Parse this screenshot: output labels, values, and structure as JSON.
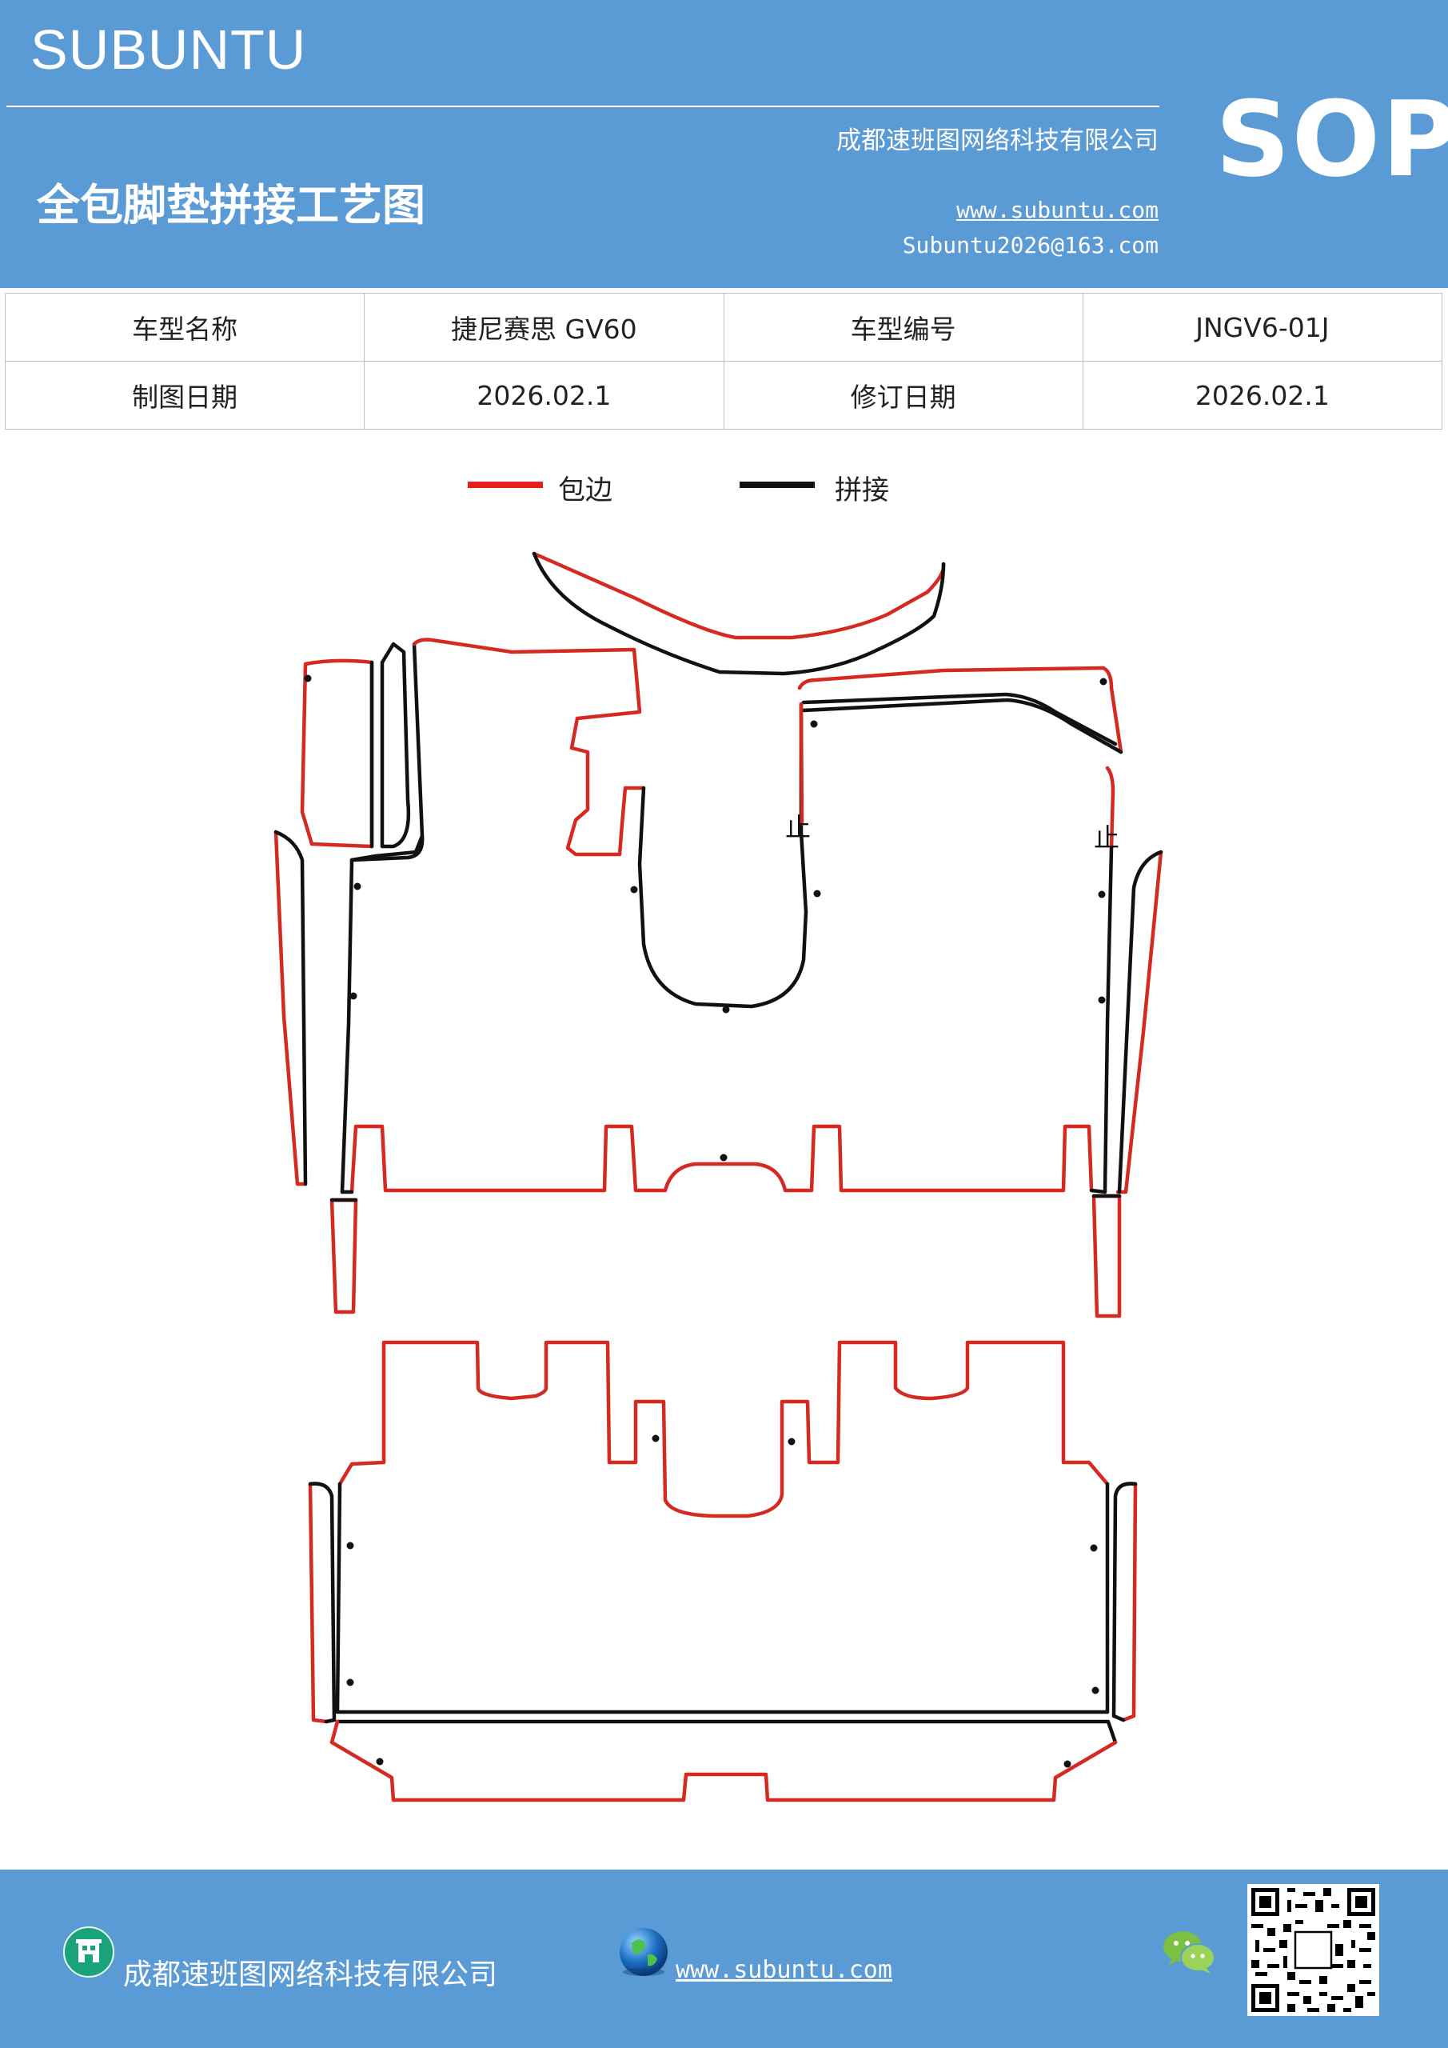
{
  "header": {
    "brand": "SUBUNTU",
    "company": "成都速班图网络科技有限公司",
    "title": "全包脚垫拼接工艺图",
    "website": "www.subuntu.com",
    "email": "Subuntu2026@163.com",
    "badge": "SOP",
    "background_color": "#5b9bd5"
  },
  "info_table": {
    "model_name_label": "车型名称",
    "model_name_value": "捷尼赛思 GV60",
    "model_code_label": "车型编号",
    "model_code_value": "JNGV6-01J",
    "draw_date_label": "制图日期",
    "draw_date_value": "2026.02.1",
    "revise_date_label": "修订日期",
    "revise_date_value": "2026.02.1"
  },
  "legend": {
    "edge_label": "包边",
    "edge_color": "#e8201a",
    "seam_label": "拼接",
    "seam_color": "#111111"
  },
  "diagram": {
    "stop_mark": "止"
  },
  "footer": {
    "company": "成都速班图网络科技有限公司",
    "website": "www.subuntu.com",
    "company_icon": "building-icon",
    "web_icon": "globe-icon",
    "social_icon": "wechat-icon",
    "qr_icon": "qr-code-icon"
  }
}
